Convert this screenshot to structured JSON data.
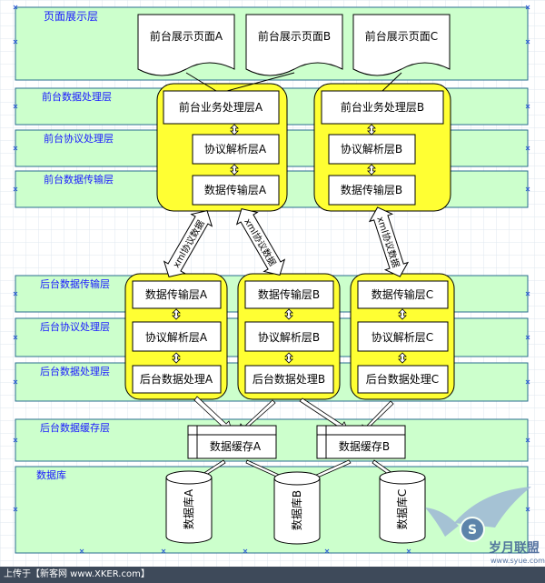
{
  "layers": {
    "page_display": "页面展示层",
    "front_data_processing": "前台数据处理层",
    "front_protocol_processing": "前台协议处理层",
    "front_data_transfer": "前台数据传输层",
    "back_data_transfer": "后台数据传输层",
    "back_protocol_processing": "后台协议处理层",
    "back_data_processing": "后台数据处理层",
    "back_data_cache": "后台数据缓存层",
    "database": "数据库"
  },
  "pages": [
    "前台展示页面A",
    "前台展示页面B",
    "前台展示页面C"
  ],
  "front_groups": [
    {
      "business": "前台业务处理层A",
      "protocol": "协议解析层A",
      "transfer": "数据传输层A"
    },
    {
      "business": "前台业务处理层B",
      "protocol": "协议解析层B",
      "transfer": "数据传输层B"
    }
  ],
  "back_groups": [
    {
      "transfer": "数据传输层A",
      "protocol": "协议解析层A",
      "processing": "后台数据处理A"
    },
    {
      "transfer": "数据传输层B",
      "protocol": "协议解析层B",
      "processing": "后台数据处理B"
    },
    {
      "transfer": "数据传输层C",
      "protocol": "协议解析层C",
      "processing": "后台数据处理C"
    }
  ],
  "links": [
    "xml协议数据",
    "xml协议数据",
    "xml协议数据"
  ],
  "caches": [
    "数据缓存A",
    "数据缓存B"
  ],
  "databases": [
    "数据库A",
    "数据库B",
    "数据库C"
  ],
  "watermark": {
    "text": "岁月联盟",
    "url": "www.syue.com"
  },
  "footer": "上传于【新客网 www.XKER.com】",
  "colors": {
    "band": "#ccffcc",
    "band_border": "#2a6d8f",
    "group": "#ffff33",
    "layer_text": "#1a1aff"
  }
}
